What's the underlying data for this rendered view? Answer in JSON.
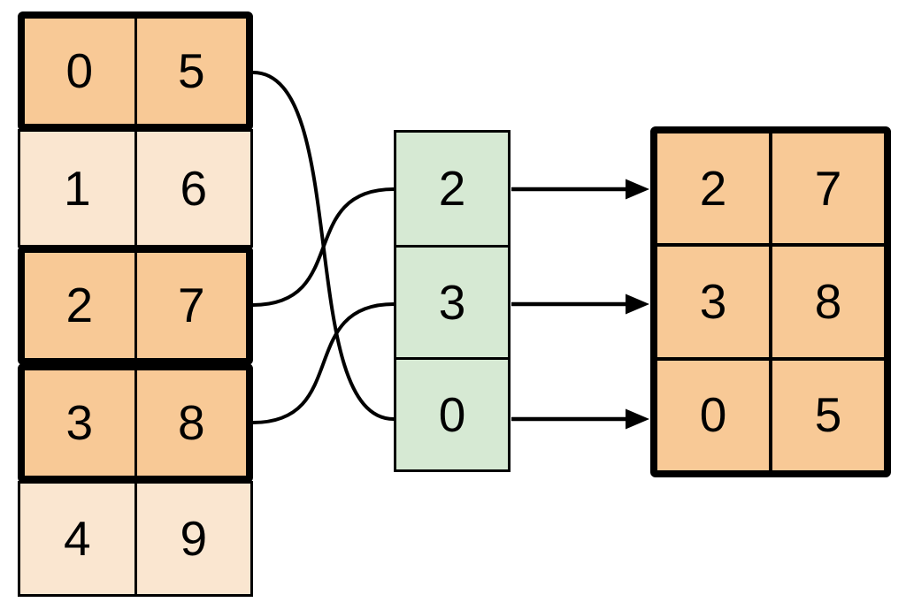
{
  "diagram": {
    "source_table": {
      "rows": [
        {
          "cells": [
            "0",
            "5"
          ],
          "highlighted": true
        },
        {
          "cells": [
            "1",
            "6"
          ],
          "highlighted": false
        },
        {
          "cells": [
            "2",
            "7"
          ],
          "highlighted": true
        },
        {
          "cells": [
            "3",
            "8"
          ],
          "highlighted": true
        },
        {
          "cells": [
            "4",
            "9"
          ],
          "highlighted": false
        }
      ]
    },
    "index_column": {
      "values": [
        "2",
        "3",
        "0"
      ]
    },
    "result_table": {
      "rows": [
        [
          "2",
          "7"
        ],
        [
          "3",
          "8"
        ],
        [
          "0",
          "5"
        ]
      ]
    },
    "connections": {
      "curves": [
        {
          "from_source_row": "0",
          "to_index_value": "0"
        },
        {
          "from_source_row": "2",
          "to_index_value": "2"
        },
        {
          "from_source_row": "3",
          "to_index_value": "3"
        }
      ],
      "arrows": [
        {
          "from_index_value": "2",
          "to_result_row": "2,7"
        },
        {
          "from_index_value": "3",
          "to_result_row": "3,8"
        },
        {
          "from_index_value": "0",
          "to_result_row": "0,5"
        }
      ]
    },
    "colors": {
      "highlight_fill": "#F8C996",
      "muted_fill": "#FAE6D0",
      "index_fill": "#D6E9D3",
      "stroke": "#000000",
      "background": "#FFFFFF"
    }
  }
}
